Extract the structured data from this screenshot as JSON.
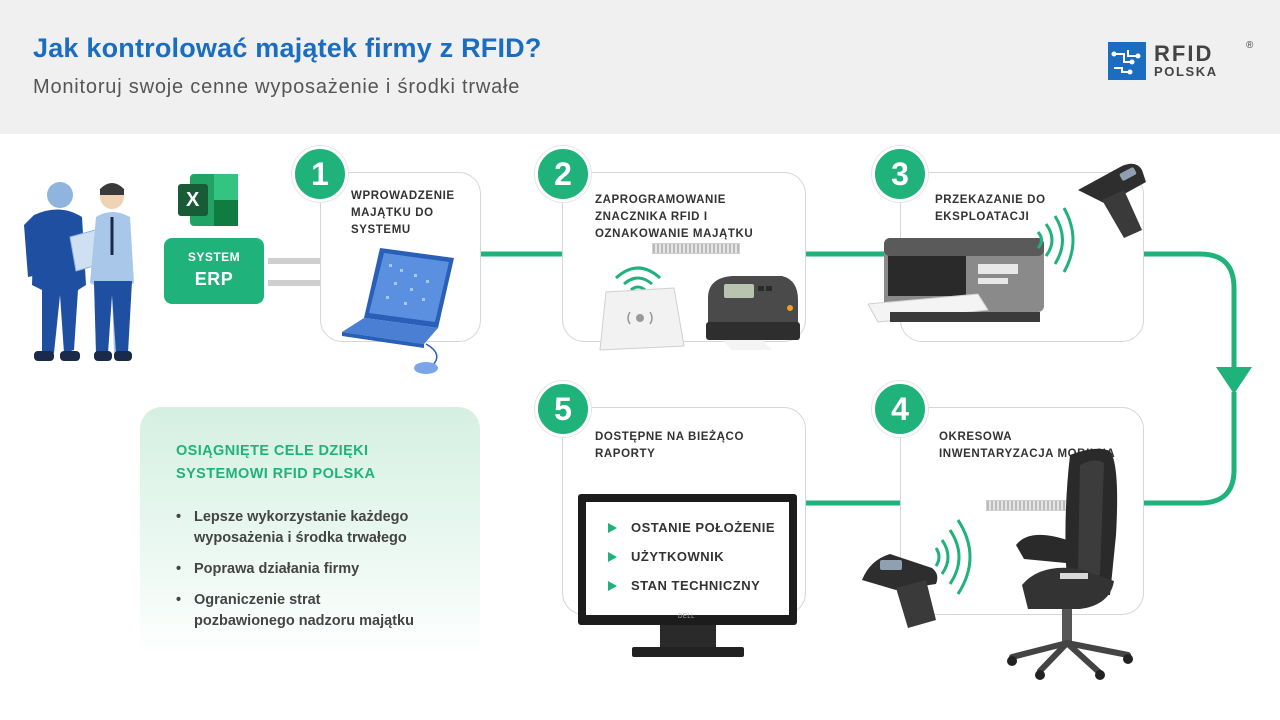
{
  "header": {
    "title": "Jak kontrolować majątek firmy z RFID?",
    "subtitle": "Monitoruj swoje cenne wyposażenie i środki trwałe"
  },
  "logo": {
    "main": "RFID",
    "registered": "®",
    "sub": "POLSKA"
  },
  "erp": {
    "line1": "SYSTEM",
    "line2": "ERP",
    "excel_letter": "X"
  },
  "steps": [
    {
      "number": "1",
      "label": "WPROWADZENIE MAJĄTKU DO SYSTEMU"
    },
    {
      "number": "2",
      "label": "ZAPROGRAMOWANIE ZNACZNIKA RFID I OZNAKOWANIE MAJĄTKU"
    },
    {
      "number": "3",
      "label": "PRZEKAZANIE DO EKSPLOATACJI"
    },
    {
      "number": "4",
      "label": "OKRESOWA INWENTARYZACJA MOBILNA"
    },
    {
      "number": "5",
      "label": "DOSTĘPNE NA BIEŻĄCO RAPORTY"
    }
  ],
  "monitor_items": [
    "OSTANIE POŁOŻENIE",
    "UŻYTKOWNIK",
    "STAN TECHNICZNY"
  ],
  "monitor_brand": "DELL",
  "goals": {
    "title_line1": "OSIĄGNIĘTE CELE DZIĘKI",
    "title_line2": "SYSTEMOWI RFID POLSKA",
    "items": [
      {
        "line1": "Lepsze wykorzystanie każdego",
        "line2": "wyposażenia i środka trwałego"
      },
      {
        "line1": "Poprawa działania firmy",
        "line2": ""
      },
      {
        "line1": "Ograniczenie strat",
        "line2": "pozbawionego nadzoru majątku"
      }
    ]
  },
  "colors": {
    "accent_green": "#1fb27b",
    "title_blue": "#1a6dc0",
    "header_bg": "#f0f0f0"
  },
  "icons": [
    "excel-icon",
    "people-illustration",
    "laptop-illustration",
    "rfid-reader-illustration",
    "label-printer-illustration",
    "office-printer-illustration",
    "handheld-scanner-icon",
    "office-chair-illustration",
    "monitor-illustration",
    "rfid-tag-icon",
    "wireless-waves-icon"
  ]
}
